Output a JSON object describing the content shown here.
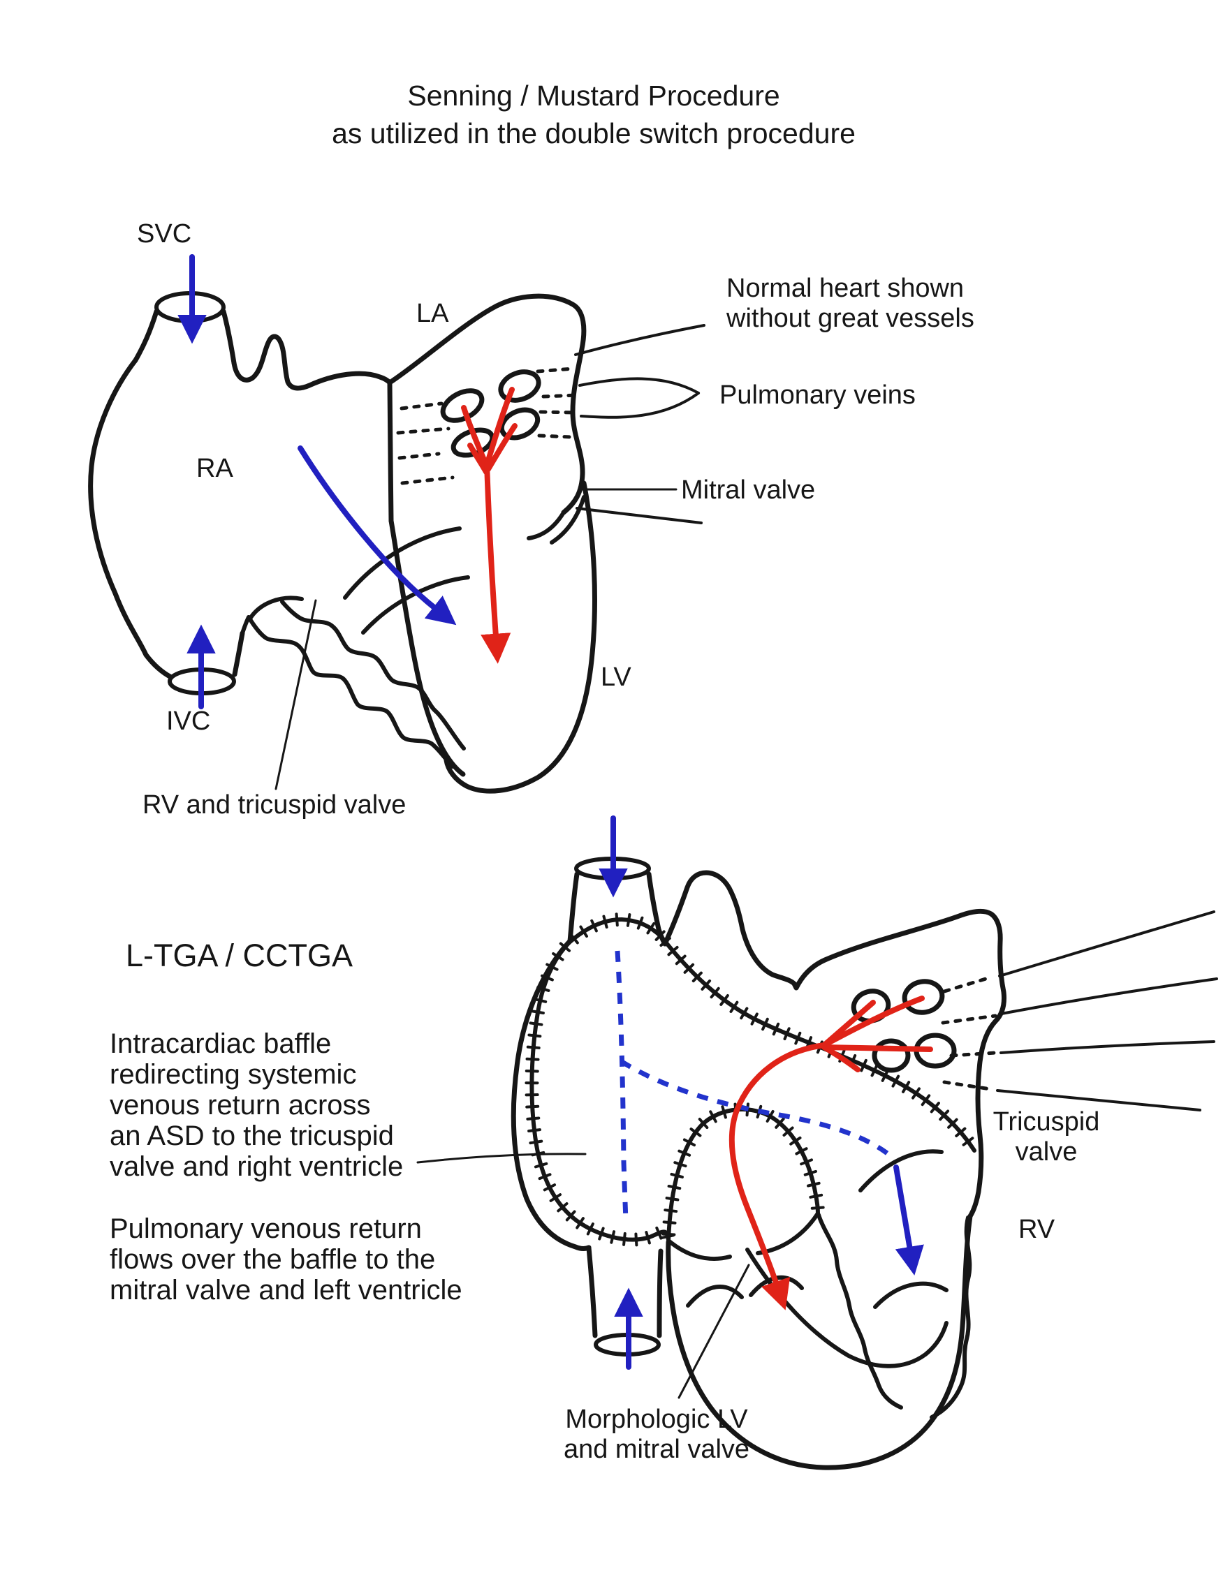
{
  "title": "Senning / Mustard Procedure\nas utilized in the double switch procedure",
  "top_diagram": {
    "labels": {
      "svc": "SVC",
      "la": "LA",
      "ra": "RA",
      "ivc": "IVC",
      "lv": "LV",
      "rv_tricuspid": "RV and tricuspid valve",
      "normal_heart_note": "Normal heart shown\nwithout great vessels",
      "pulmonary_veins": "Pulmonary veins",
      "mitral_valve": "Mitral valve"
    }
  },
  "bottom_diagram": {
    "heading": "L-TGA / CCTGA",
    "baffle_note": "Intracardiac baffle\nredirecting systemic\nvenous return across\nan ASD to the tricuspid\nvalve and right ventricle",
    "pulmonary_note": "Pulmonary venous return\nflows over the baffle to the\nmitral valve and left ventricle",
    "labels": {
      "tricuspid_valve": "Tricuspid\nvalve",
      "rv": "RV",
      "morphologic_lv": "Morphologic LV\nand mitral valve"
    }
  },
  "colors": {
    "ink": "#161616",
    "venous_blue": "#2120c0",
    "arterial_red": "#e02318"
  }
}
